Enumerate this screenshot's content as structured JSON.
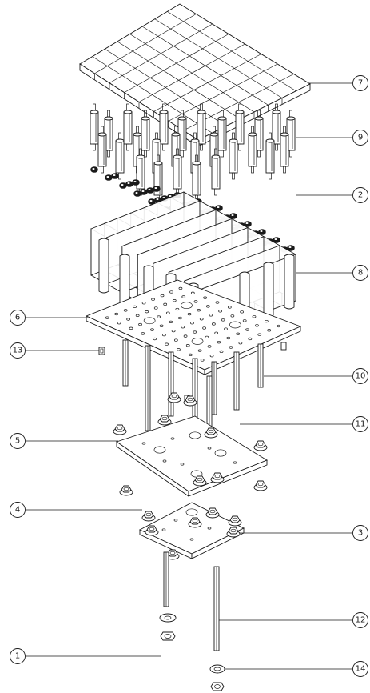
{
  "callouts": [
    {
      "id": "7",
      "label": "7"
    },
    {
      "id": "9",
      "label": "9"
    },
    {
      "id": "2",
      "label": "2"
    },
    {
      "id": "8",
      "label": "8"
    },
    {
      "id": "6",
      "label": "6"
    },
    {
      "id": "13",
      "label": "13"
    },
    {
      "id": "10",
      "label": "10"
    },
    {
      "id": "11",
      "label": "11"
    },
    {
      "id": "5",
      "label": "5"
    },
    {
      "id": "4",
      "label": "4"
    },
    {
      "id": "3",
      "label": "3"
    },
    {
      "id": "12",
      "label": "12"
    },
    {
      "id": "1",
      "label": "1"
    },
    {
      "id": "14",
      "label": "14"
    }
  ],
  "colors": {
    "ink": "#1a1a1a",
    "paper": "#ffffff"
  }
}
